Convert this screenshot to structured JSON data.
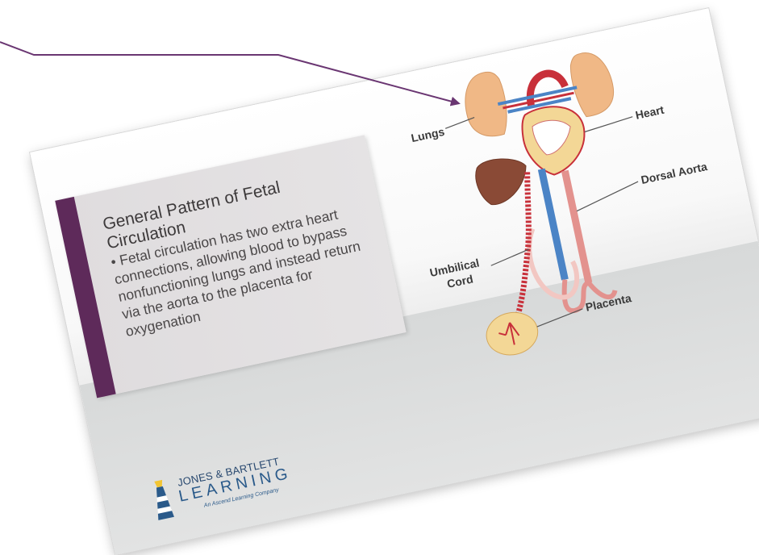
{
  "slide": {
    "title": "General Pattern of Fetal Circulation",
    "bullet": "• Fetal circulation has two extra heart connections, allowing blood to bypass nonfunctioning lungs and instead return via the aorta to the placenta for oxygenation"
  },
  "diagram": {
    "labels": {
      "lungs": "Lungs",
      "heart": "Heart",
      "dorsal_aorta": "Dorsal Aorta",
      "umbilical_1": "Umbilical",
      "umbilical_2": "Cord",
      "placenta": "Placenta"
    }
  },
  "logo": {
    "top": "JONES & BARTLETT",
    "main": "LEARNING",
    "sub": "An Ascend Learning Company"
  },
  "colors": {
    "accent_stripe": "#5e2a5a",
    "arrow": "#6a3672",
    "artery_red": "#c8303a",
    "vein_blue": "#4b84c6"
  },
  "icons": {
    "arrow": "pointer-arrow",
    "logo": "lighthouse-icon"
  }
}
